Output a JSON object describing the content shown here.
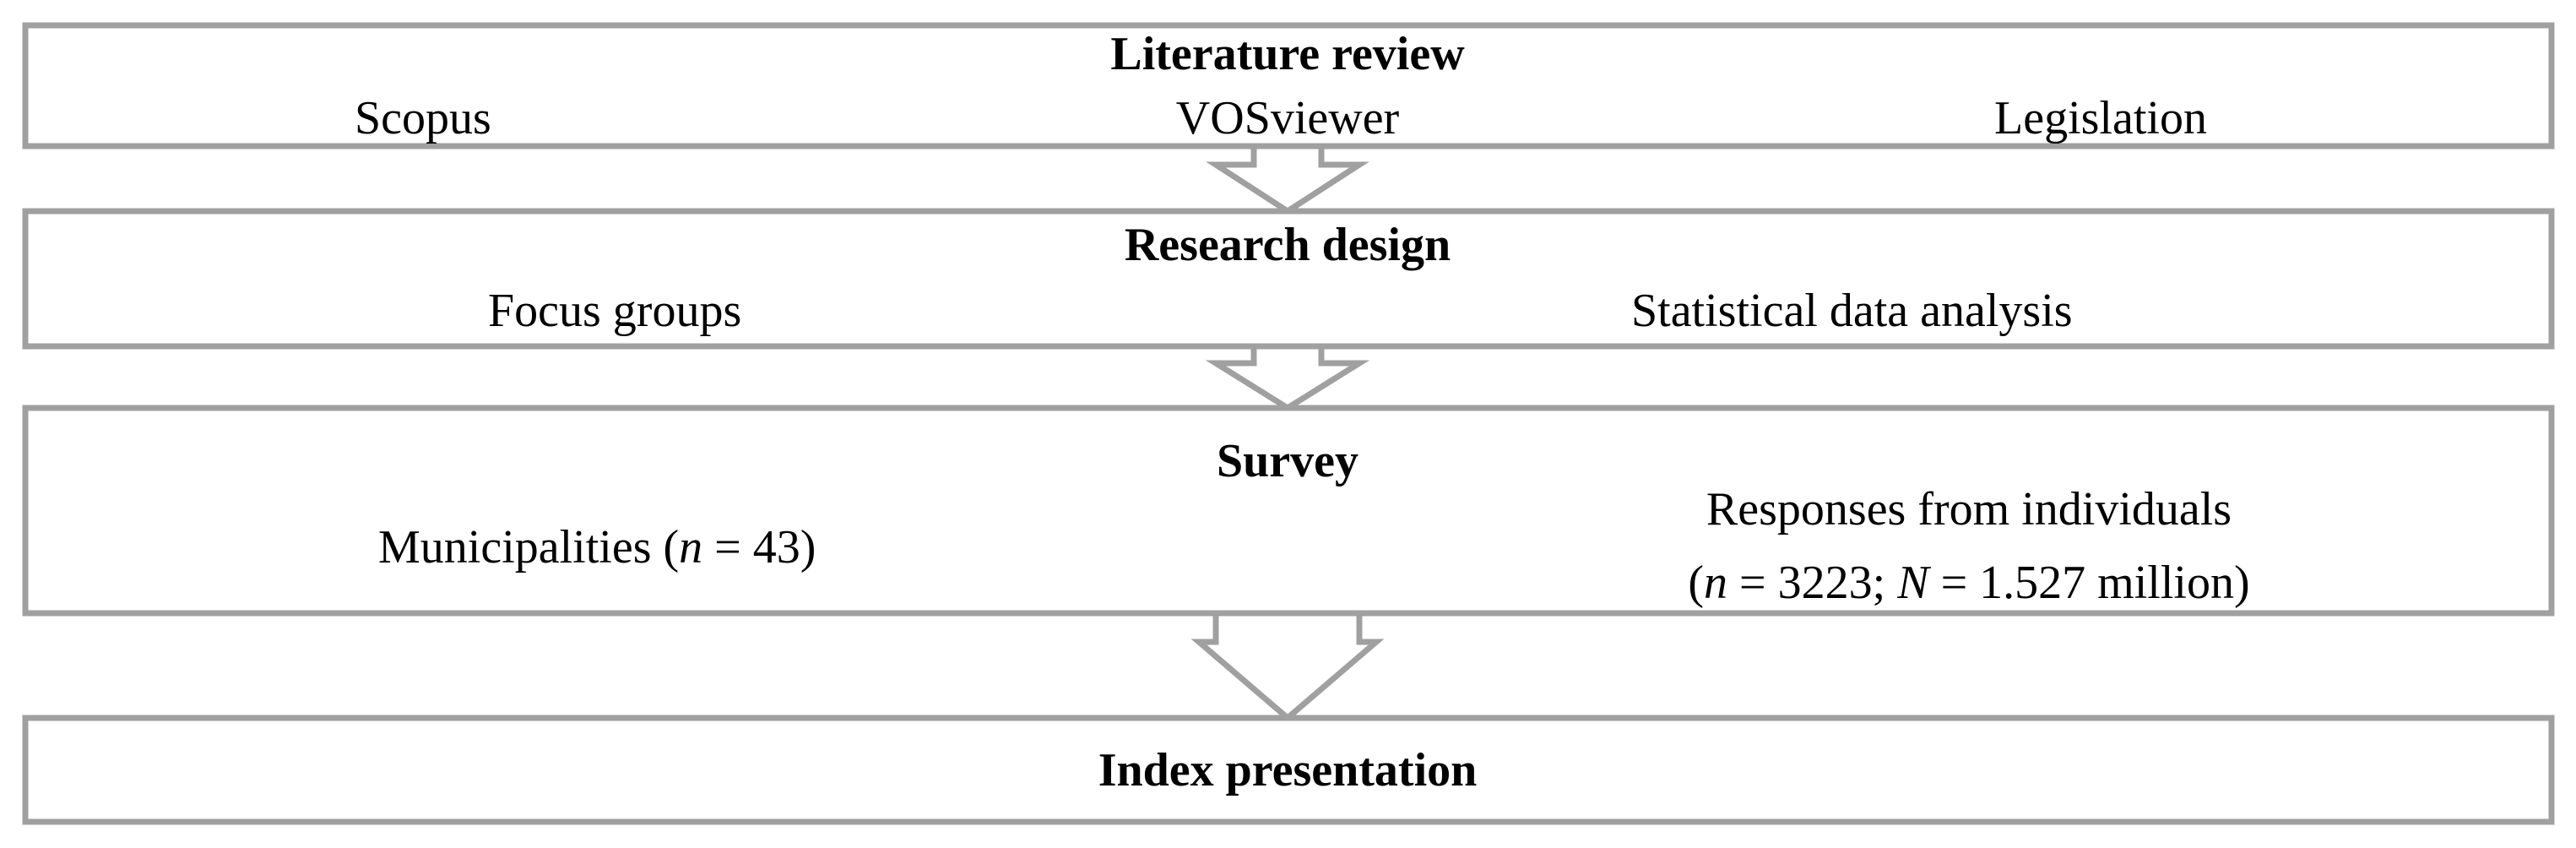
{
  "stages": [
    {
      "title": "Literature review",
      "items": [
        "Scopus",
        "VOSviewer",
        "Legislation"
      ]
    },
    {
      "title": "Research design",
      "items": [
        "Focus groups",
        "Statistical data analysis"
      ]
    },
    {
      "title": "Survey",
      "municipalities": {
        "label": "Municipalities",
        "n_var": "n",
        "n_value": "43"
      },
      "individuals": {
        "line1": "Responses from individuals",
        "n_var": "n",
        "n_value": "3223",
        "N_var": "N",
        "N_value": "1.527 million"
      }
    },
    {
      "title": "Index presentation"
    }
  ],
  "colors": {
    "stroke": "#a0a0a0",
    "text": "#000000"
  }
}
